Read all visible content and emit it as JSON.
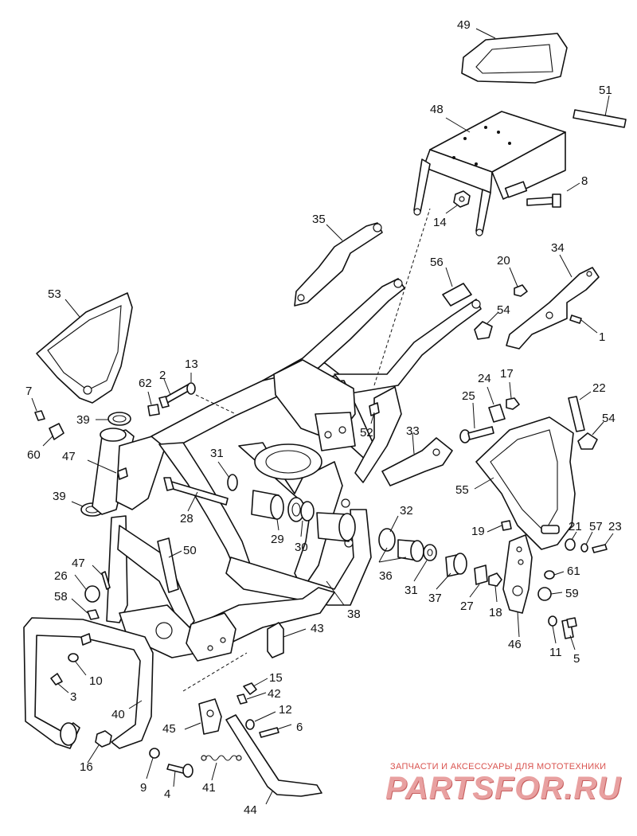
{
  "watermark": {
    "caption": "ЗАПЧАСТИ И АКСЕССУАРЫ ДЛЯ МОТОТЕХНИКИ",
    "logo": "PARTSFOR.RU"
  },
  "callouts": [
    {
      "id": "c1",
      "text": "1"
    },
    {
      "id": "c2",
      "text": "2"
    },
    {
      "id": "c3",
      "text": "3"
    },
    {
      "id": "c4",
      "text": "4"
    },
    {
      "id": "c5",
      "text": "5"
    },
    {
      "id": "c6",
      "text": "6"
    },
    {
      "id": "c7",
      "text": "7"
    },
    {
      "id": "c8",
      "text": "8"
    },
    {
      "id": "c9",
      "text": "9"
    },
    {
      "id": "c10",
      "text": "10"
    },
    {
      "id": "c11",
      "text": "11"
    },
    {
      "id": "c12",
      "text": "12"
    },
    {
      "id": "c13",
      "text": "13"
    },
    {
      "id": "c14",
      "text": "14"
    },
    {
      "id": "c15",
      "text": "15"
    },
    {
      "id": "c16",
      "text": "16"
    },
    {
      "id": "c17",
      "text": "17"
    },
    {
      "id": "c18",
      "text": "18"
    },
    {
      "id": "c19",
      "text": "19"
    },
    {
      "id": "c20",
      "text": "20"
    },
    {
      "id": "c21",
      "text": "21"
    },
    {
      "id": "c22",
      "text": "22"
    },
    {
      "id": "c23",
      "text": "23"
    },
    {
      "id": "c24",
      "text": "24"
    },
    {
      "id": "c25",
      "text": "25"
    },
    {
      "id": "c26",
      "text": "26"
    },
    {
      "id": "c27",
      "text": "27"
    },
    {
      "id": "c28",
      "text": "28"
    },
    {
      "id": "c29",
      "text": "29"
    },
    {
      "id": "c30",
      "text": "30"
    },
    {
      "id": "c31a",
      "text": "31"
    },
    {
      "id": "c31b",
      "text": "31"
    },
    {
      "id": "c32",
      "text": "32"
    },
    {
      "id": "c33",
      "text": "33"
    },
    {
      "id": "c34",
      "text": "34"
    },
    {
      "id": "c35",
      "text": "35"
    },
    {
      "id": "c36",
      "text": "36"
    },
    {
      "id": "c37",
      "text": "37"
    },
    {
      "id": "c38",
      "text": "38"
    },
    {
      "id": "c39a",
      "text": "39"
    },
    {
      "id": "c39b",
      "text": "39"
    },
    {
      "id": "c40",
      "text": "40"
    },
    {
      "id": "c41",
      "text": "41"
    },
    {
      "id": "c42",
      "text": "42"
    },
    {
      "id": "c43",
      "text": "43"
    },
    {
      "id": "c44",
      "text": "44"
    },
    {
      "id": "c45",
      "text": "45"
    },
    {
      "id": "c46",
      "text": "46"
    },
    {
      "id": "c47a",
      "text": "47"
    },
    {
      "id": "c47b",
      "text": "47"
    },
    {
      "id": "c48",
      "text": "48"
    },
    {
      "id": "c49",
      "text": "49"
    },
    {
      "id": "c50",
      "text": "50"
    },
    {
      "id": "c51",
      "text": "51"
    },
    {
      "id": "c52",
      "text": "52"
    },
    {
      "id": "c53",
      "text": "53"
    },
    {
      "id": "c54a",
      "text": "54"
    },
    {
      "id": "c54b",
      "text": "54"
    },
    {
      "id": "c55",
      "text": "55"
    },
    {
      "id": "c56",
      "text": "56"
    },
    {
      "id": "c57",
      "text": "57"
    },
    {
      "id": "c58",
      "text": "58"
    },
    {
      "id": "c59",
      "text": "59"
    },
    {
      "id": "c60",
      "text": "60"
    },
    {
      "id": "c61",
      "text": "61"
    },
    {
      "id": "c62",
      "text": "62"
    }
  ]
}
